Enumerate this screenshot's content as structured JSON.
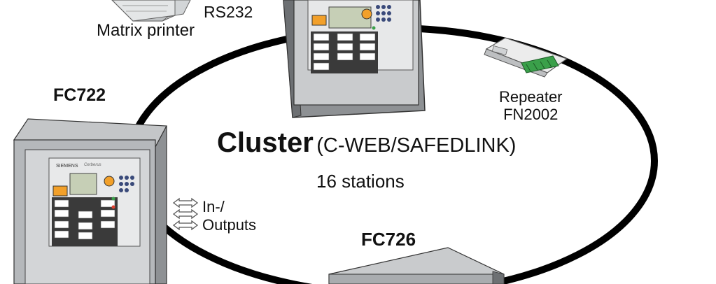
{
  "diagram": {
    "title_main": "Cluster",
    "title_sub": "(C-WEB/SAFEDLINK)",
    "stations": "16 stations",
    "nodes": {
      "fc722": "FC722",
      "fc726": "FC726",
      "rs232": "RS232",
      "printer": "Matrix printer",
      "repeater_line1": "Repeater",
      "repeater_line2": "FN2002",
      "io_line1": "In-/",
      "io_line2": "Outputs"
    },
    "panel_brand": "SIEMENS",
    "panel_model": "Cerberus"
  },
  "colors": {
    "ring": "#000000",
    "panel_gray": "#c9cbcd",
    "panel_dark": "#3a3a3a",
    "display_green": "#c6cfb6",
    "accent_orange": "#f2a02a",
    "connector_green": "#3aa04a"
  },
  "icons": [
    "matrix-printer-icon",
    "fire-panel-icon",
    "repeater-module-icon",
    "bidirectional-arrow-icon"
  ]
}
